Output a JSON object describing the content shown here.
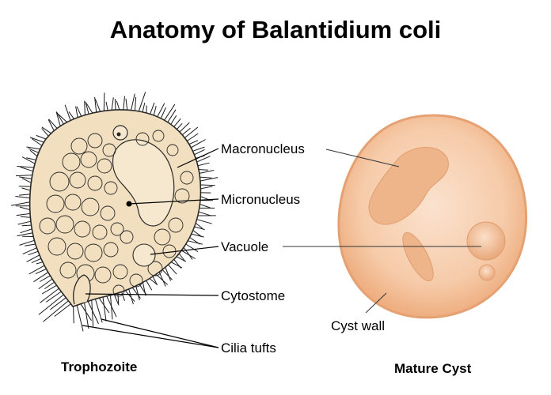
{
  "title": "Anatomy of Balantidium coli",
  "trophozoite": {
    "caption": "Trophozoite",
    "labels": {
      "macronucleus": "Macronucleus",
      "micronucleus": "Micronucleus",
      "vacuole": "Vacuole",
      "cytostome": "Cytostome",
      "cilia_tufts": "Cilia tufts"
    }
  },
  "cyst": {
    "caption": "Mature Cyst",
    "labels": {
      "cyst_wall": "Cyst wall"
    }
  },
  "colors": {
    "trophozoite_body": "#f1dfbf",
    "trophozoite_outline": "#2a2a2a",
    "cyst_outer": "#efb98e",
    "cyst_inner": "#f7d3b7",
    "cyst_structures": "#edb590"
  }
}
